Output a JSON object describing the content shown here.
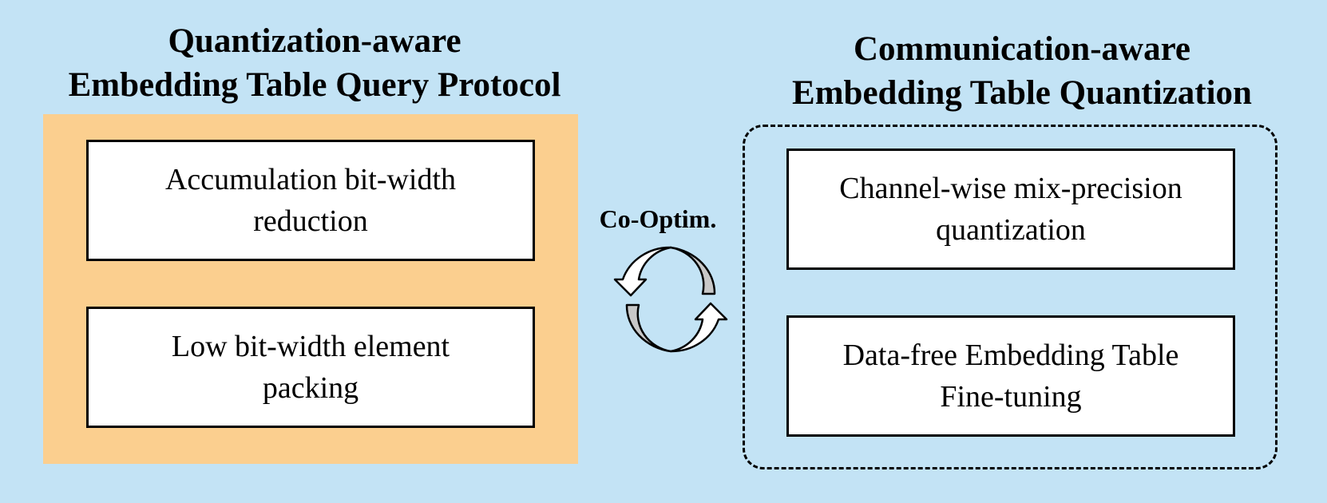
{
  "left_section": {
    "title_line1": "Quantization-aware",
    "title_line2": "Embedding Table Query Protocol",
    "panel_color": "#fbcf8f",
    "boxes": [
      {
        "line1": "Accumulation bit-width",
        "line2": "reduction"
      },
      {
        "line1": "Low bit-width element",
        "line2": "packing"
      }
    ]
  },
  "right_section": {
    "title_line1": "Communication-aware",
    "title_line2": "Embedding Table Quantization",
    "boxes": [
      {
        "line1": "Channel-wise mix-precision",
        "line2": "quantization"
      },
      {
        "line1": "Data-free Embedding Table",
        "line2": "Fine-tuning"
      }
    ]
  },
  "center": {
    "label": "Co-Optim.",
    "icon": "cycle-arrows-icon"
  },
  "colors": {
    "background": "#c3e3f5",
    "arrow_fill_gray": "#c8c8c8",
    "arrow_fill_white": "#ffffff"
  }
}
